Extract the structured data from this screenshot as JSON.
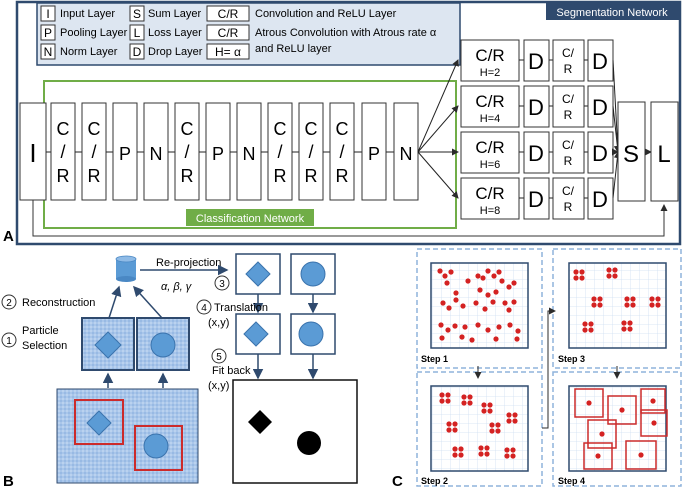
{
  "panel_a": {
    "letter": "A",
    "legend": [
      {
        "sym": "I",
        "label": "Input Layer"
      },
      {
        "sym": "S",
        "label": "Sum Layer"
      },
      {
        "sym": "C/R",
        "label": "Convolution and ReLU Layer"
      },
      {
        "sym": "P",
        "label": "Pooling Layer"
      },
      {
        "sym": "L",
        "label": "Loss Layer"
      },
      {
        "sym": "C/R",
        "label": "Atrous Convolution with Atrous rate α"
      },
      {
        "sym": "N",
        "label": "Norm Layer"
      },
      {
        "sym": "D",
        "label": "Drop Layer"
      },
      {
        "sym": "H= α",
        "label": "and ReLU layer"
      }
    ],
    "segmentation_label": "Segmentation Network",
    "classification_label": "Classification Network",
    "input_sym": "I",
    "chain": [
      "C/R",
      "C/R",
      "P",
      "N",
      "C/R",
      "P",
      "N",
      "C/R",
      "C/R",
      "C/R",
      "P",
      "N"
    ],
    "branches": [
      {
        "top": "C/R",
        "rate": "H=2",
        "drop": "D",
        "conv": "C/R",
        "drop2": "D"
      },
      {
        "top": "C/R",
        "rate": "H=4",
        "drop": "D",
        "conv": "C/R",
        "drop2": "D"
      },
      {
        "top": "C/R",
        "rate": "H=6",
        "drop": "D",
        "conv": "C/R",
        "drop2": "D"
      },
      {
        "top": "C/R",
        "rate": "H=8",
        "drop": "D",
        "conv": "C/R",
        "drop2": "D"
      }
    ],
    "sum_sym": "S",
    "loss_sym": "L"
  },
  "panel_b": {
    "letter": "B",
    "reprojection": "Re-projection",
    "angles": "α, β, γ",
    "step_3": "3",
    "step_2": "2",
    "reconstruction": "Reconstruction",
    "step_4": "4",
    "translation": "Translation",
    "translation_xy": "(x,y)",
    "step_1": "1",
    "particle": "Particle",
    "selection": "Selection",
    "step_5": "5",
    "fit_back": "Fit back",
    "fit_back_xy": "(x,y)"
  },
  "panel_c": {
    "letter": "C",
    "steps": [
      "Step 1",
      "Step 3",
      "Step 2",
      "Step 4"
    ]
  },
  "colors": {
    "frame": "#2f4a6e",
    "green": "#70ad47",
    "blue_shape": "#5b9bd5",
    "red": "#cc2b2b",
    "dash": "#8fb3dc"
  }
}
